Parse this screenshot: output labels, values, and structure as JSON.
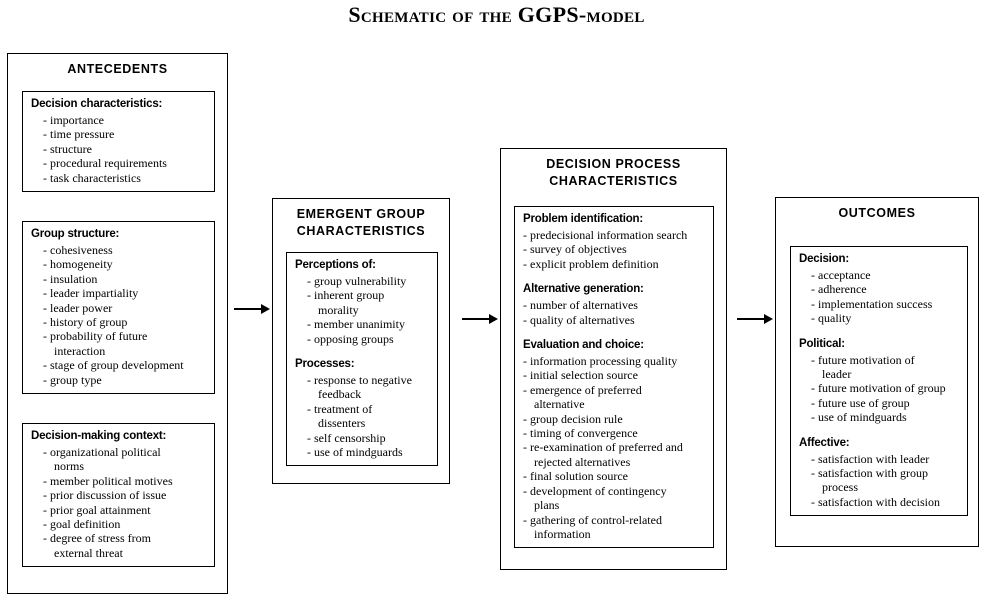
{
  "title": {
    "prefix": "Schematic of the ",
    "acronym": "GGPS",
    "suffix": "-model"
  },
  "arrows": [
    {
      "name": "arrow-antecedents-to-emergent"
    },
    {
      "name": "arrow-emergent-to-process"
    },
    {
      "name": "arrow-process-to-outcomes"
    }
  ],
  "boxes": {
    "antecedents": {
      "title": "ANTECEDENTS",
      "panels": [
        {
          "head": "Decision characteristics:",
          "items": [
            "- importance",
            "- time pressure",
            "- structure",
            "- procedural requirements",
            "- task characteristics"
          ]
        },
        {
          "head": "Group structure:",
          "items": [
            "- cohesiveness",
            "- homogeneity",
            "- insulation",
            "- leader impartiality",
            "- leader power",
            "- history of group",
            "- probability of future\n   interaction",
            "- stage of group development",
            "- group type"
          ]
        },
        {
          "head": "Decision-making context:",
          "items": [
            "- organizational political\n   norms",
            "- member political motives",
            "- prior discussion of issue",
            "- prior goal attainment",
            "- goal definition",
            "- degree of stress from\n   external threat"
          ]
        }
      ]
    },
    "emergent": {
      "title_line1": "EMERGENT GROUP",
      "title_line2": "CHARACTERISTICS",
      "sections": [
        {
          "head": "Perceptions of:",
          "items": [
            "- group vulnerability",
            "- inherent group\n   morality",
            "- member unanimity",
            "- opposing groups"
          ]
        },
        {
          "head": "Processes:",
          "items": [
            "- response to negative\n   feedback",
            "- treatment of\n   dissenters",
            "- self censorship",
            "- use of mindguards"
          ]
        }
      ]
    },
    "process": {
      "title_line1": "DECISION PROCESS",
      "title_line2": "CHARACTERISTICS",
      "sections": [
        {
          "head": "Problem identification:",
          "items": [
            "- predecisional information search",
            "- survey of objectives",
            "- explicit problem definition"
          ]
        },
        {
          "head": "Alternative generation:",
          "items": [
            "- number of alternatives",
            "- quality of alternatives"
          ]
        },
        {
          "head": "Evaluation and choice:",
          "items": [
            "- information processing quality",
            "- initial selection source",
            "- emergence of preferred\n   alternative",
            "- group decision rule",
            "- timing of convergence",
            "- re-examination of preferred and\n   rejected alternatives",
            "- final solution source",
            "- development of contingency\n   plans",
            "- gathering of control-related\n   information"
          ]
        }
      ]
    },
    "outcomes": {
      "title": "OUTCOMES",
      "sections": [
        {
          "head": "Decision:",
          "items": [
            "- acceptance",
            "- adherence",
            "- implementation success",
            "- quality"
          ]
        },
        {
          "head": "Political:",
          "items": [
            "- future motivation of\n   leader",
            "- future motivation of group",
            "- future use of group",
            "- use of mindguards"
          ]
        },
        {
          "head": "Affective:",
          "items": [
            "- satisfaction with leader",
            "- satisfaction with group\n   process",
            "- satisfaction with decision"
          ]
        }
      ]
    }
  }
}
